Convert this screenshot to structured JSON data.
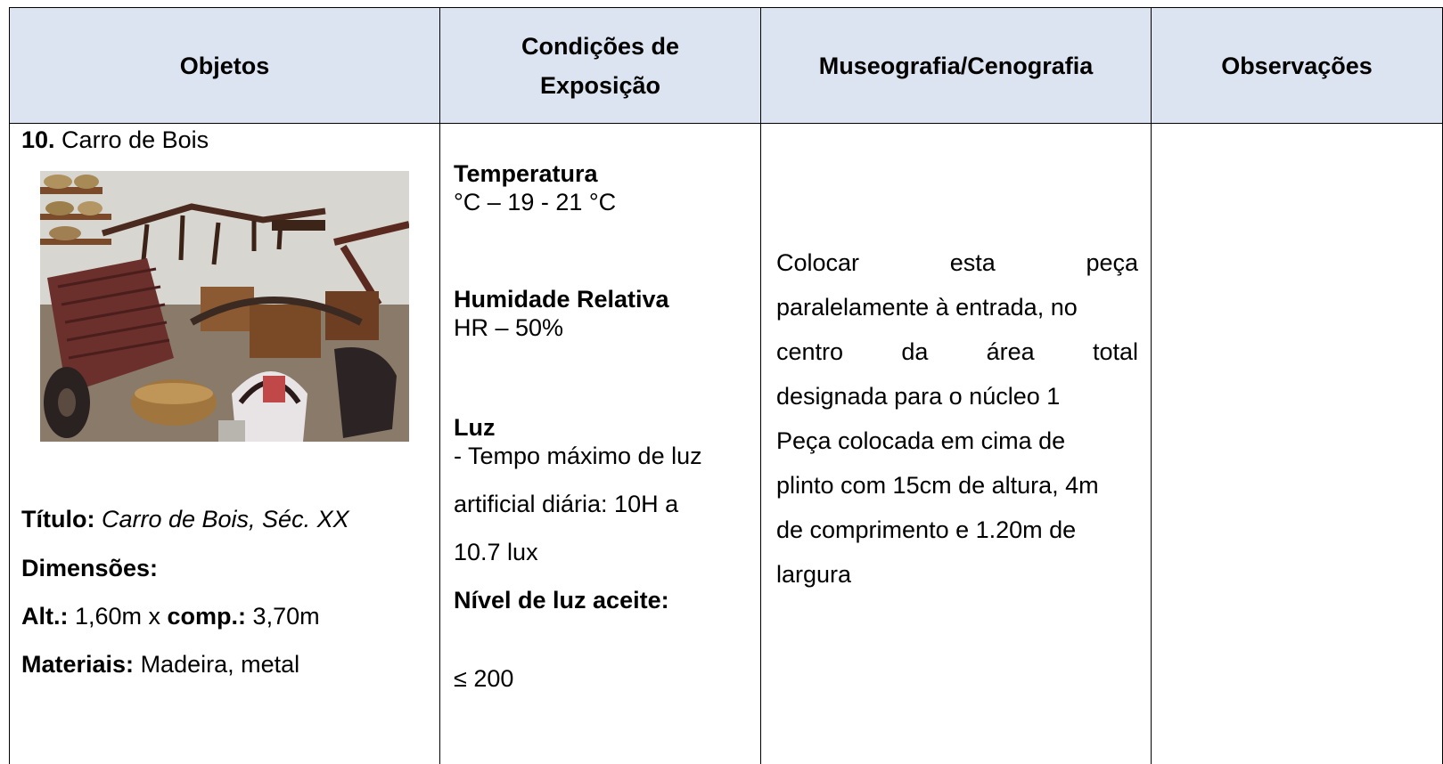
{
  "headers": {
    "objetos": "Objetos",
    "condicoes_line1": "Condições de",
    "condicoes_line2": "Exposição",
    "museografia": "Museografia/Cenografia",
    "observacoes": "Observações"
  },
  "objeto": {
    "number": "10.",
    "name": " Carro de Bois",
    "titulo_label": "Título:",
    "titulo_value": " Carro de Bois, Séc. XX",
    "dimensoes_label": "Dimensões:",
    "alt_label": "Alt.:",
    "alt_value": " 1,60m x ",
    "comp_label": "comp.:",
    "comp_value": " 3,70m",
    "materiais_label": "Materiais:",
    "materiais_value": " Madeira, metal"
  },
  "condicoes": {
    "temperatura_label": "Temperatura",
    "temperatura_value": "°C – 19 - 21 °C",
    "humidade_label": "Humidade Relativa",
    "humidade_value": "HR – 50%",
    "luz_label": "Luz",
    "luz_line1": "- Tempo máximo de luz",
    "luz_line2": "artificial diária: 10H a",
    "luz_line3": "10.7 lux",
    "nivel_label": "Nível de luz aceite:",
    "nivel_value": "≤ 200"
  },
  "museografia": {
    "line1": "Colocar esta peça",
    "line2": "paralelamente à entrada, no",
    "line3": "centro da área total",
    "line4": "designada para o núcleo 1",
    "line5": "Peça colocada em cima de",
    "line6": "plinto com 15cm de altura, 4m",
    "line7": "de comprimento e 1.20m de",
    "line8": "largura"
  },
  "observacoes": "",
  "colors": {
    "header_background": "#dbe4f0",
    "border": "#000000"
  }
}
